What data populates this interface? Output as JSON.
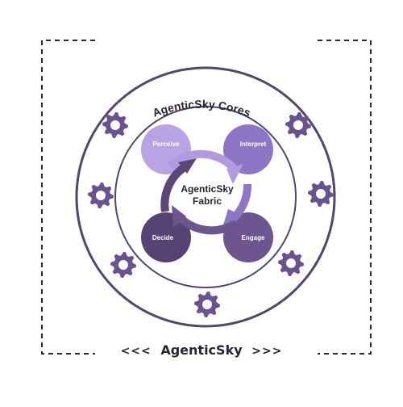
{
  "cores_title": "AgenticSky Cores",
  "fabric_title_line1": "AgenticSky",
  "fabric_title_line2": "Fabric",
  "stages": [
    {
      "label": "Perceive",
      "color": "#b9a3e3"
    },
    {
      "label": "Interpret",
      "color": "#8e75c6"
    },
    {
      "label": "Decide",
      "color": "#564374"
    },
    {
      "label": "Engage",
      "color": "#6d5590"
    }
  ],
  "footer": {
    "left_chevrons": "<<<",
    "brand": "AgenticSky",
    "right_chevrons": ">>>"
  },
  "colors": {
    "ring": "#55446c",
    "gear": "#6a5290",
    "arrow_light": "#b29ae0",
    "arrow_dark": "#5c4678",
    "text_dark": "#2b2233"
  },
  "icons": [
    "gear-icon",
    "cycle-arrow-icon"
  ]
}
